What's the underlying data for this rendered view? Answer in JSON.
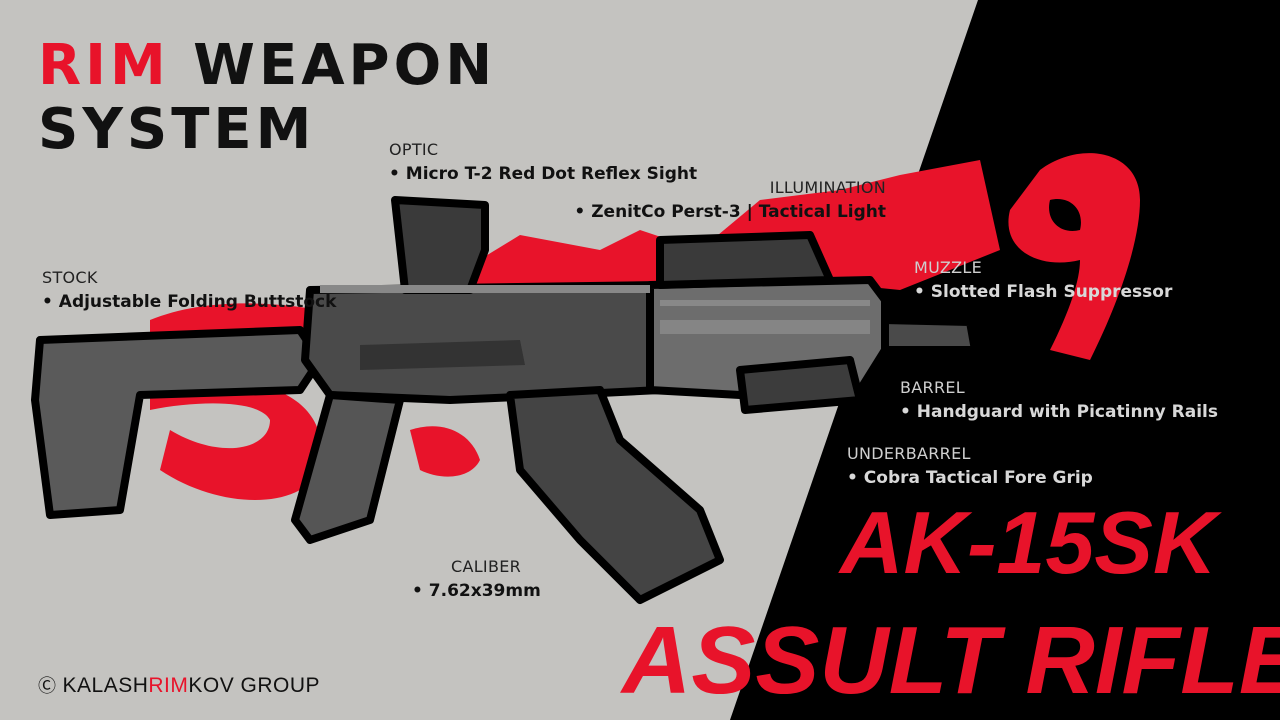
{
  "title": {
    "line1_accent": "RIM",
    "line1_rest": " WEAPON",
    "line2": "SYSTEM"
  },
  "callouts": {
    "stock": {
      "label": "STOCK",
      "item": "• Adjustable Folding Buttstock"
    },
    "optic": {
      "label": "OPTIC",
      "item": "• Micro T-2 Red Dot Reflex Sight"
    },
    "illumination": {
      "label": "ILLUMINATION",
      "item": "• ZenitCo Perst-3 | Tactical Light"
    },
    "muzzle": {
      "label": "MUZZLE",
      "item": "• Slotted Flash Suppressor"
    },
    "barrel": {
      "label": "BARREL",
      "item": "• Handguard with Picatinny Rails"
    },
    "underbarrel": {
      "label": "UNDERBARREL",
      "item": "• Cobra Tactical Fore Grip"
    },
    "caliber": {
      "label": "CALIBER",
      "item": "• 7.62x39mm"
    }
  },
  "model": "AK-15SK",
  "type_label": "ASSULT RIFLE",
  "brand": {
    "pre": "KALASH",
    "accent": "RIM",
    "post": "KOV GROUP"
  },
  "colors": {
    "accent": "#e8132a",
    "background": "#c4c3c0",
    "dark": "#000000"
  }
}
